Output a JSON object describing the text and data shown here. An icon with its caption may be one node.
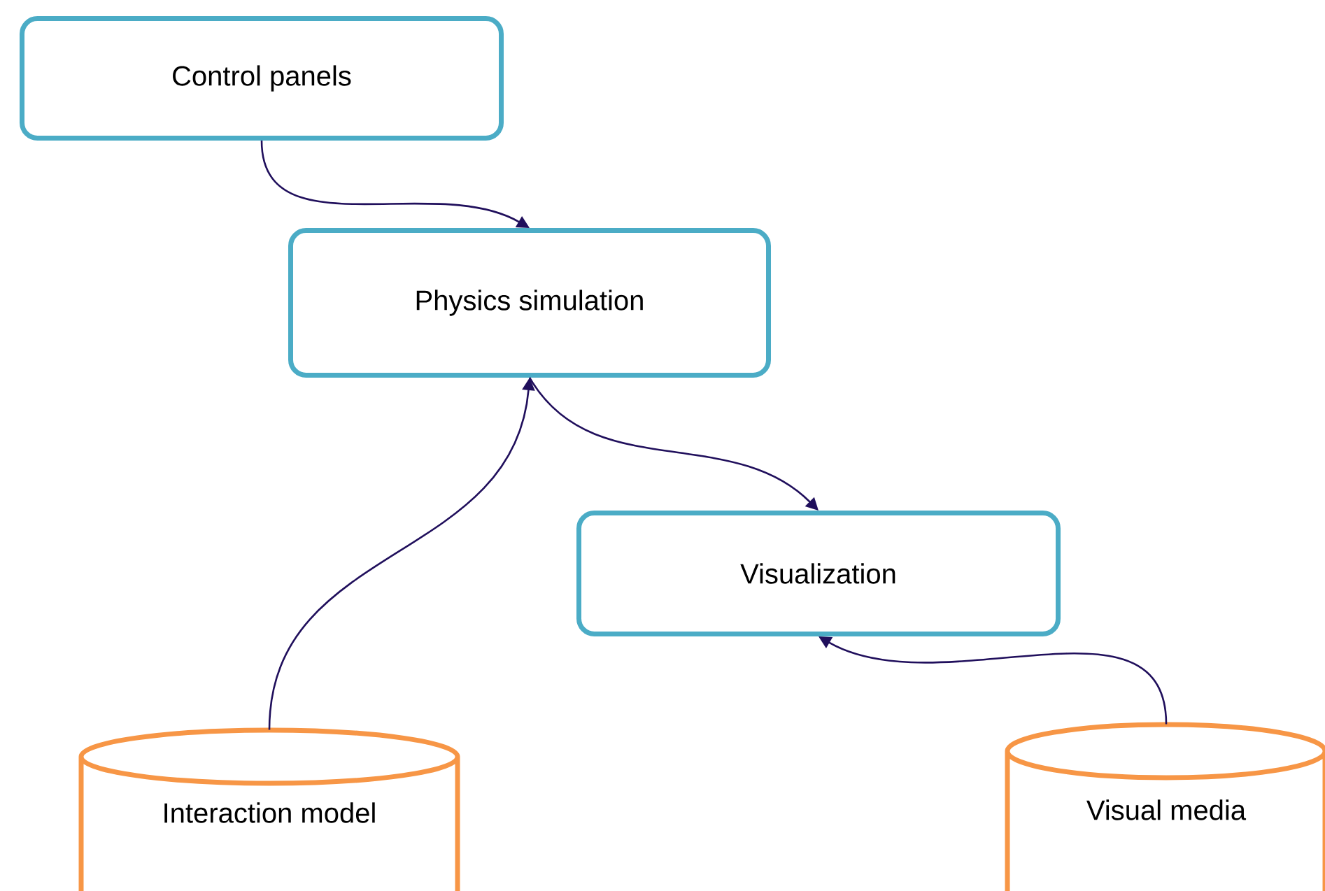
{
  "diagram": {
    "nodes": [
      {
        "text": [
          "Control panels"
        ]
      },
      {
        "text": [
          "Physics simulation"
        ]
      },
      {
        "text": [
          "Visualization"
        ]
      },
      {
        "text": [
          "Interaction model"
        ]
      },
      {
        "text": [
          "Visual media"
        ]
      }
    ],
    "edges": [
      {
        "from": 0,
        "to": 1,
        "arrow": "to"
      },
      {
        "from": 3,
        "to": 1,
        "arrow": "to"
      },
      {
        "from": 1,
        "to": 2,
        "arrow": "to"
      },
      {
        "from": 4,
        "to": 2,
        "arrow": "to"
      }
    ]
  }
}
